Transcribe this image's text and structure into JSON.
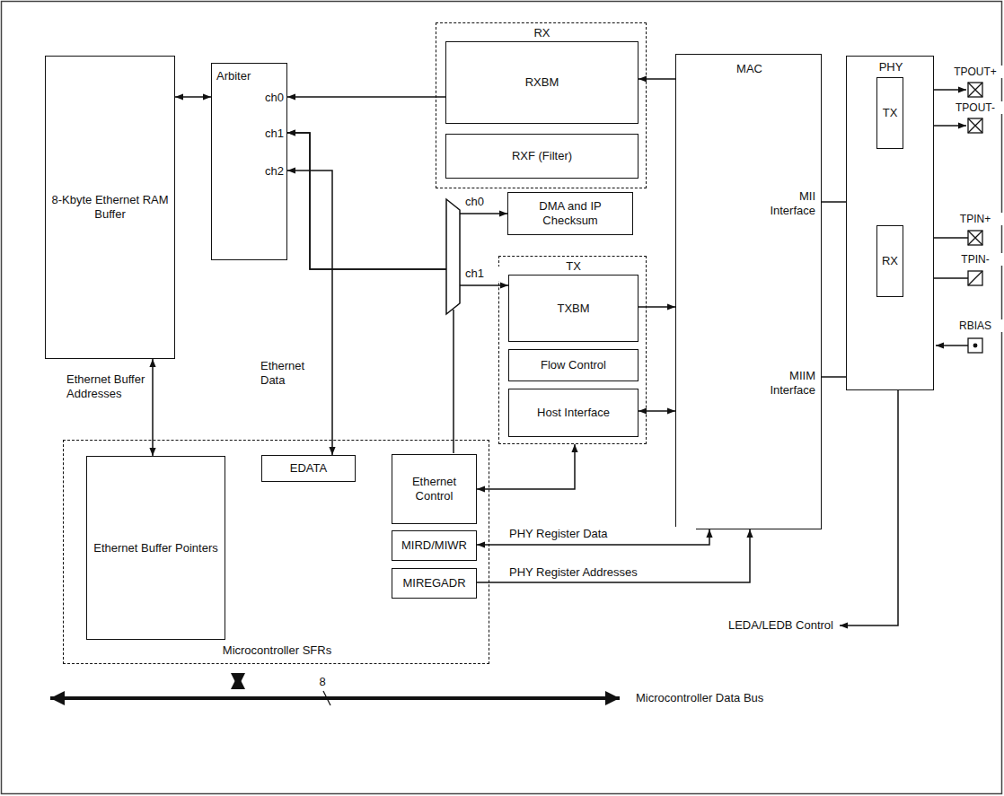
{
  "diagram": {
    "nodes": [
      {
        "text": [
          "8-Kbyte Ethernet RAM Buffer"
        ]
      },
      {
        "text": [
          "Arbiter",
          "ch0",
          "ch1",
          "ch2"
        ]
      },
      {
        "text": [
          "RX"
        ]
      },
      {
        "text": [
          "RXBM"
        ],
        "in": 2
      },
      {
        "text": [
          "RXF (Filter)"
        ],
        "in": 2
      },
      {
        "text": [
          "DMA and IP Checksum"
        ]
      },
      {
        "text": [
          "TX"
        ]
      },
      {
        "text": [
          "TXBM"
        ],
        "in": 6
      },
      {
        "text": [
          "Flow Control"
        ],
        "in": 6
      },
      {
        "text": [
          "Host Interface"
        ],
        "in": 6
      },
      {
        "text": [
          "MAC",
          "MII Interface",
          "MIIM Interface"
        ]
      },
      {
        "text": [
          "PHY"
        ]
      },
      {
        "text": [
          "TX"
        ],
        "in": 11
      },
      {
        "text": [
          "RX"
        ],
        "in": 11
      },
      {
        "text": [
          "Microcontroller SFRs"
        ]
      },
      {
        "text": [
          "Ethernet Buffer Pointers"
        ],
        "in": 14
      },
      {
        "text": [
          "EDATA"
        ],
        "in": 14
      },
      {
        "text": [
          "Ethernet Control"
        ],
        "in": 14
      },
      {
        "text": [
          "MIRD/MIWR"
        ],
        "in": 14
      },
      {
        "text": [
          "MIREGADR"
        ],
        "in": 14
      }
    ],
    "edges": [
      {
        "from": 0,
        "to": 1,
        "arrow": "both"
      },
      {
        "from": 3,
        "to": 1,
        "arrow": "to"
      },
      {
        "from": 10,
        "to": 3,
        "arrow": "to"
      },
      {
        "from": 1,
        "to": 5,
        "arrow": "both"
      },
      {
        "from": 1,
        "to": 7,
        "arrow": "both"
      },
      {
        "from": 0,
        "to": 15,
        "label": "Ethernet Buffer Addresses",
        "arrow": "both"
      },
      {
        "from": 1,
        "to": 16,
        "label": "Ethernet Data",
        "arrow": "both"
      },
      {
        "from": 7,
        "to": 10,
        "arrow": "to"
      },
      {
        "from": 9,
        "to": 10,
        "arrow": "both"
      },
      {
        "from": 17,
        "to": 6,
        "arrow": "both"
      },
      {
        "from": 18,
        "to": 10,
        "label": "PHY Register Data",
        "arrow": "both"
      },
      {
        "from": 19,
        "to": 10,
        "label": "PHY Register Addresses",
        "arrow": "to"
      },
      {
        "from": 10,
        "to": 11,
        "arrow": "none"
      },
      {
        "from": 10,
        "to": 11,
        "arrow": "none"
      }
    ],
    "labels": [
      "ch0",
      "ch1",
      "TPOUT+",
      "TPOUT-",
      "TPIN+",
      "TPIN-",
      "RBIAS",
      "LEDA/LEDB Control",
      "8",
      "Microcontroller Data Bus"
    ]
  }
}
